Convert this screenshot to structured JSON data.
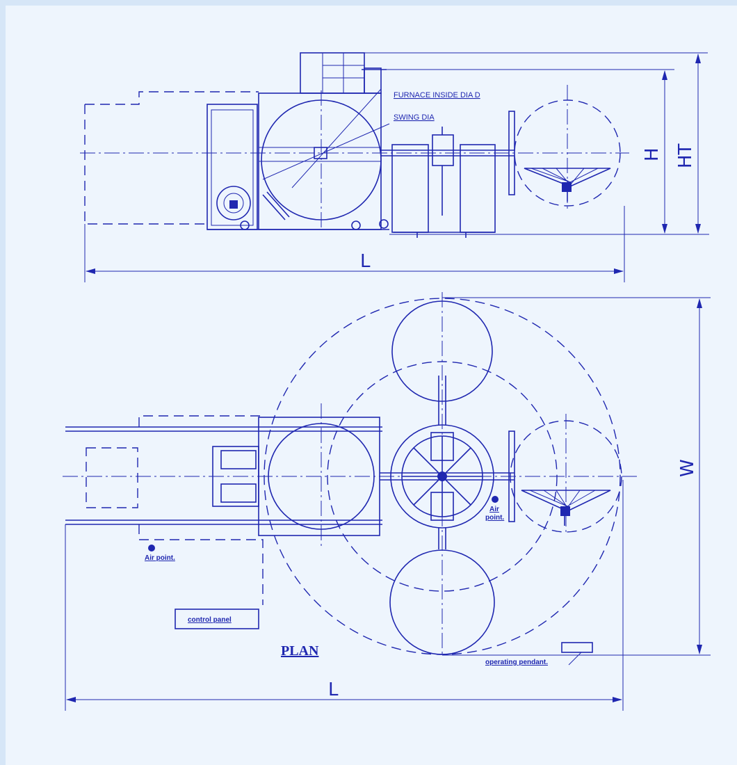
{
  "elevation": {
    "label_furnace": "FURNACE INSIDE DIA D",
    "label_swing": "SWING DIA",
    "dim_length": "L",
    "dim_height": "H",
    "dim_total_height": "HT"
  },
  "plan": {
    "title": "PLAN",
    "label_air_point_left": "Air point.",
    "label_air_point_right_1": "Air",
    "label_air_point_right_2": "point.",
    "label_control_panel": "control panel",
    "label_operating_pendant": "operating pendant.",
    "dim_width": "W",
    "dim_length": "L"
  },
  "colors": {
    "line": "#1f27b0",
    "background": "#eef5fd",
    "border": "#d6e6f7"
  }
}
